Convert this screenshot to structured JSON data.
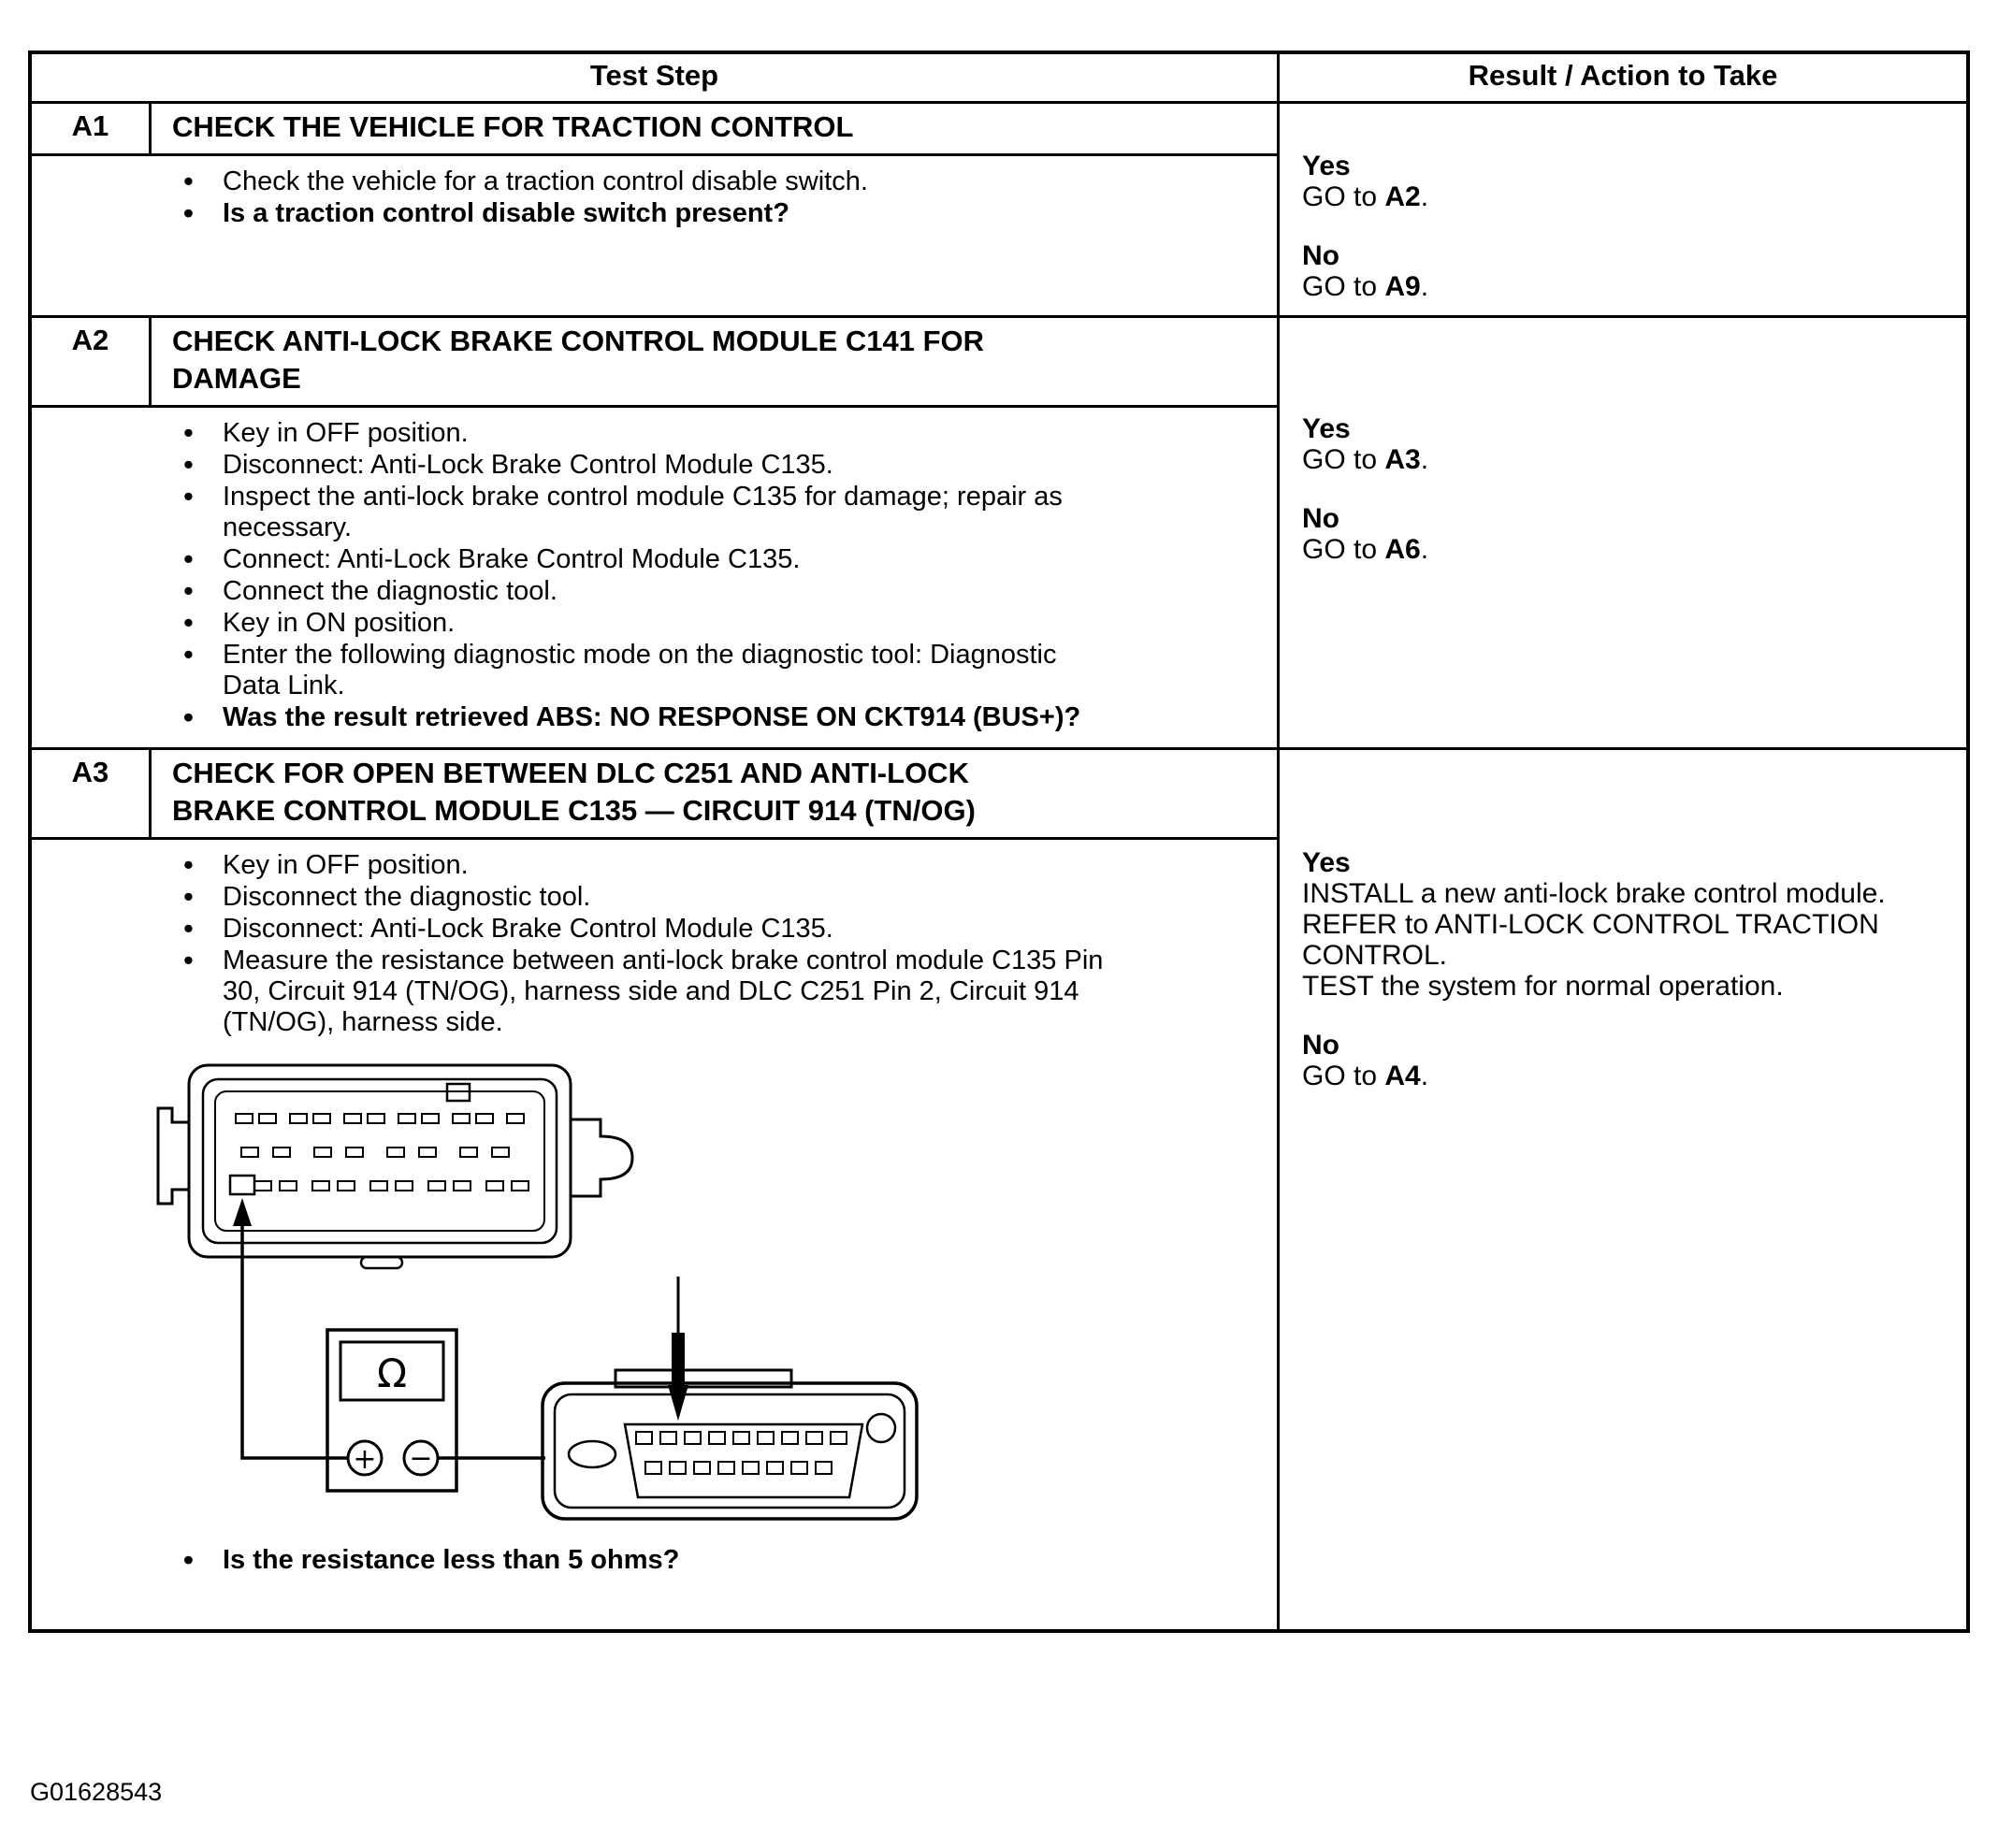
{
  "footer": {
    "figure_id": "G01628543"
  },
  "table": {
    "headers": {
      "test_step": "Test Step",
      "result": "Result / Action to Take"
    },
    "steps": [
      {
        "id": "A1",
        "title": "CHECK THE VEHICLE FOR TRACTION CONTROL",
        "bullets": [
          {
            "text": "Check the vehicle for a traction control disable switch.",
            "bold": false
          },
          {
            "text": "Is a traction control disable switch present?",
            "bold": true
          }
        ],
        "results": [
          {
            "answer": "Yes",
            "actions": [
              "GO to **A2**."
            ]
          },
          {
            "answer": "No",
            "actions": [
              "GO to **A9**."
            ]
          }
        ]
      },
      {
        "id": "A2",
        "title": "CHECK ANTI-LOCK BRAKE CONTROL MODULE C141 FOR DAMAGE",
        "bullets": [
          {
            "text": "Key in OFF position.",
            "bold": false
          },
          {
            "text": "Disconnect: Anti-Lock Brake Control Module C135.",
            "bold": false
          },
          {
            "text": "Inspect the anti-lock brake control module C135 for damage; repair as necessary.",
            "bold": false
          },
          {
            "text": "Connect: Anti-Lock Brake Control Module C135.",
            "bold": false
          },
          {
            "text": "Connect the diagnostic tool.",
            "bold": false
          },
          {
            "text": "Key in ON position.",
            "bold": false
          },
          {
            "text": "Enter the following diagnostic mode on the diagnostic tool: Diagnostic Data Link.",
            "bold": false
          },
          {
            "text": "Was the result retrieved ABS: NO RESPONSE ON CKT914 (BUS+)?",
            "bold": true
          }
        ],
        "results": [
          {
            "answer": "Yes",
            "actions": [
              "GO to **A3**."
            ]
          },
          {
            "answer": "No",
            "actions": [
              "GO to **A6**."
            ]
          }
        ]
      },
      {
        "id": "A3",
        "title": "CHECK FOR OPEN BETWEEN DLC C251 AND ANTI-LOCK BRAKE CONTROL MODULE C135 — CIRCUIT 914 (TN/OG)",
        "bullets": [
          {
            "text": "Key in OFF position.",
            "bold": false
          },
          {
            "text": "Disconnect the diagnostic tool.",
            "bold": false
          },
          {
            "text": "Disconnect: Anti-Lock Brake Control Module C135.",
            "bold": false
          },
          {
            "text": "Measure the resistance between anti-lock brake control module C135 Pin 30, Circuit 914 (TN/OG), harness side and DLC C251 Pin 2, Circuit 914 (TN/OG), harness side.",
            "bold": false
          }
        ],
        "diagram": {
          "name": "resistance-measurement-diagram",
          "meter_display": "Ω",
          "positive_terminal": "+",
          "negative_terminal": "−"
        },
        "bullets_after_diagram": [
          {
            "text": "Is the resistance less than 5 ohms?",
            "bold": true
          }
        ],
        "results": [
          {
            "answer": "Yes",
            "actions": [
              "INSTALL a new anti-lock brake control module. REFER to ANTI-LOCK CONTROL TRACTION CONTROL.",
              "TEST the system for normal operation."
            ]
          },
          {
            "answer": "No",
            "actions": [
              "GO to **A4**."
            ]
          }
        ]
      }
    ]
  }
}
